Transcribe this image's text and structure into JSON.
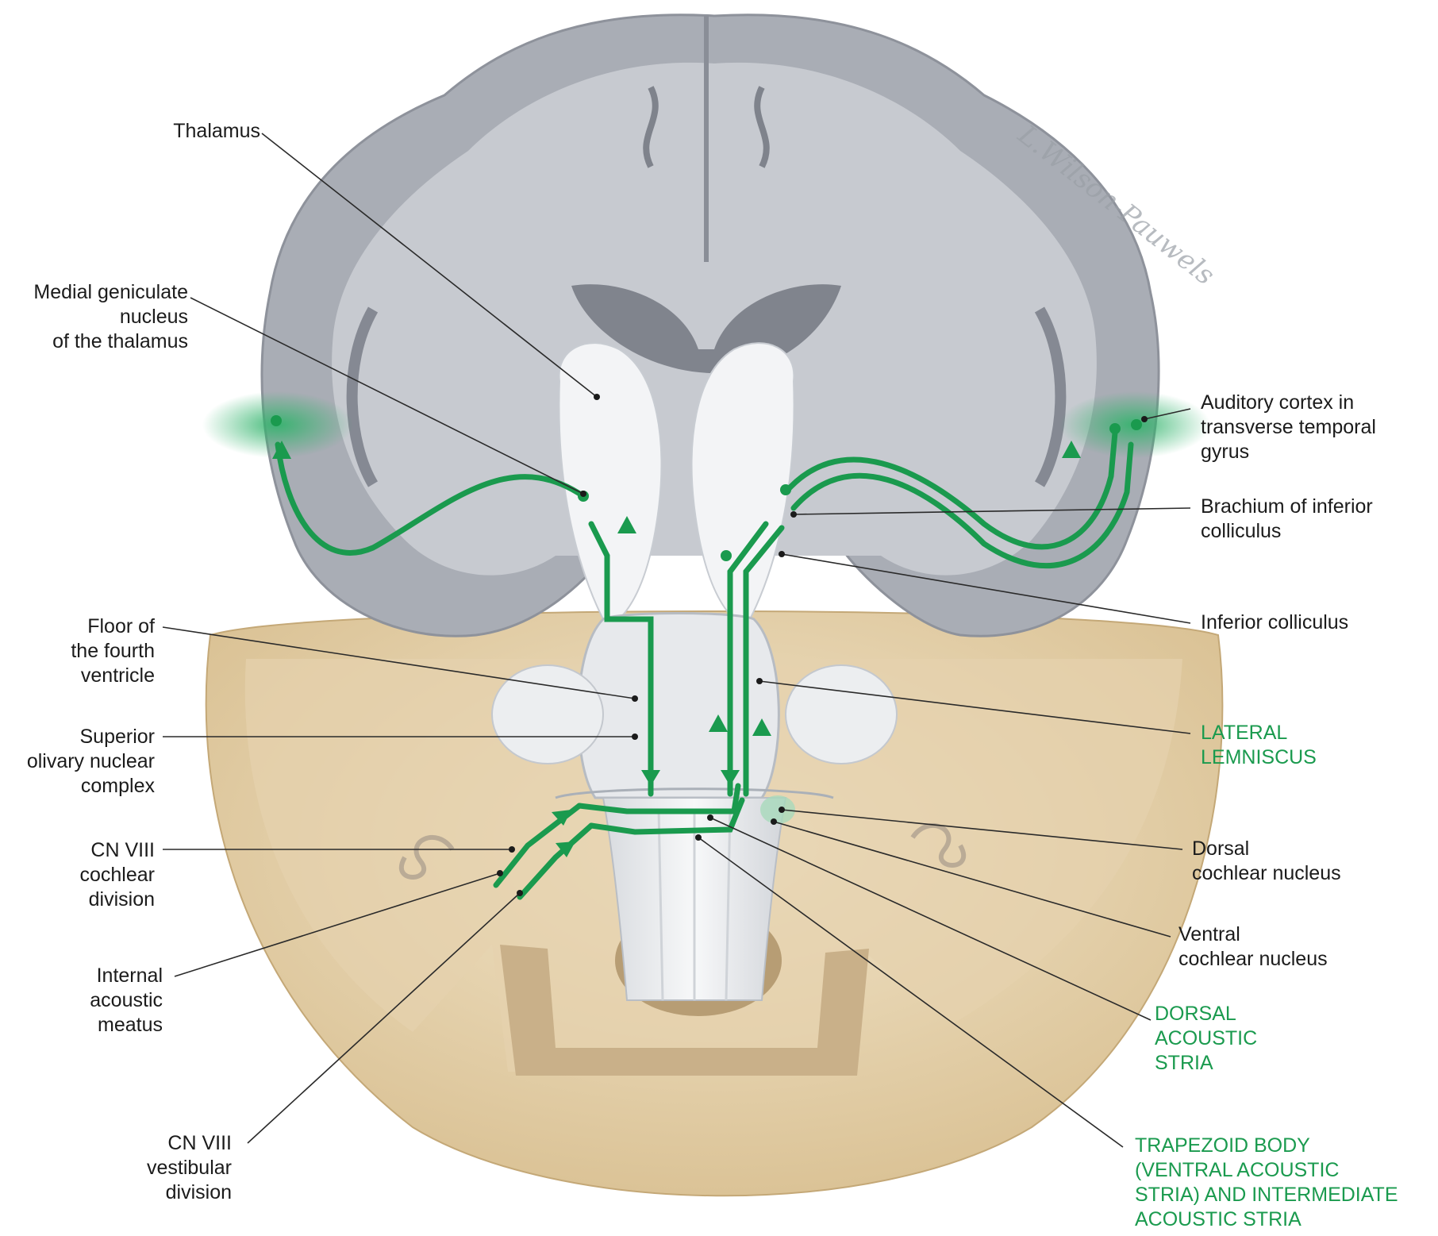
{
  "signature": "L.Wilson-Pauwels",
  "colors": {
    "pathway": "#1a9a4e",
    "leader": "#2a2a2a",
    "brain_gray": "#a9adb5",
    "brain_white": "#eef0f2",
    "skull": "#e8d6b4"
  },
  "labels": {
    "thalamus": "Thalamus",
    "medial_geniculate": "Medial geniculate\nnucleus\nof the thalamus",
    "floor_fourth_ventricle": "Floor of\nthe fourth\nventricle",
    "superior_olivary": "Superior\nolivary nuclear\ncomplex",
    "cn8_cochlear": "CN VIII\ncochlear\ndivision",
    "internal_acoustic_meatus": "Internal\nacoustic\nmeatus",
    "cn8_vestibular": "CN VIII\nvestibular\ndivision",
    "auditory_cortex": "Auditory cortex in\ntransverse temporal\ngyrus",
    "brachium_inferior_colliculus": "Brachium of inferior\ncolliculus",
    "inferior_colliculus": "Inferior colliculus",
    "lateral_lemniscus": "LATERAL\nLEMNISCUS",
    "dorsal_cochlear_nucleus": "Dorsal\ncochlear nucleus",
    "ventral_cochlear_nucleus": "Ventral\ncochlear nucleus",
    "dorsal_acoustic_stria": "DORSAL\nACOUSTIC\nSTRIA",
    "trapezoid_body": "TRAPEZOID BODY\n(VENTRAL ACOUSTIC\nSTRIA) AND INTERMEDIATE\nACOUSTIC STRIA"
  }
}
